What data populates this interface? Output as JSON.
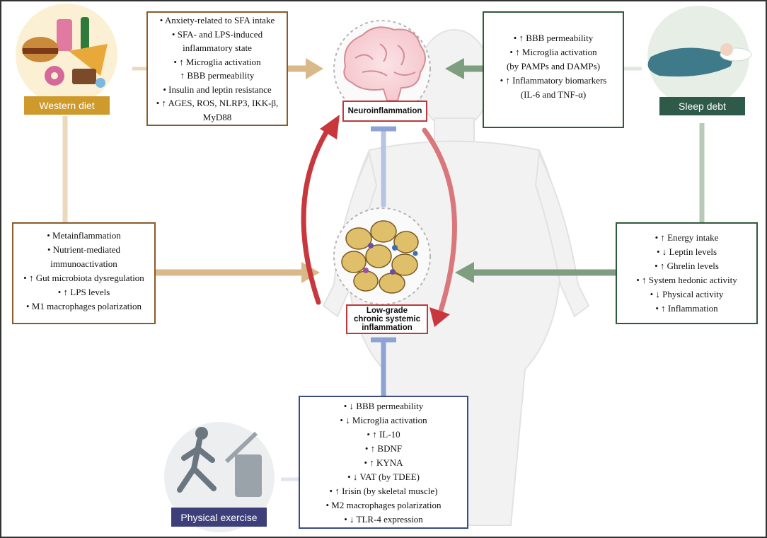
{
  "sources": {
    "western_diet": "Western diet",
    "sleep_debt": "Sleep debt",
    "physical_exercise": "Physical exercise"
  },
  "centers": {
    "neuroinflammation": "Neuroinflammation",
    "systemic": [
      "Low-grade",
      "chronic systemic",
      "inflammation"
    ]
  },
  "boxes": {
    "diet_brain": [
      "• Anxiety-related to SFA intake",
      "• SFA- and LPS-induced",
      "inflammatory state",
      "• ↑ Microglia activation",
      "↑ BBB permeability",
      "• Insulin and leptin resistance",
      "• ↑ AGES, ROS, NLRP3, IKK-β,",
      "MyD88"
    ],
    "sleep_brain": [
      "• ↑ BBB permeability",
      "• ↑ Microglia activation",
      "(by PAMPs and DAMPs)",
      "• ↑ Inflammatory biomarkers",
      "(IL-6 and TNF-α)"
    ],
    "diet_systemic": [
      "• Metainflammation",
      "• Nutrient-mediated",
      "immunoactivation",
      "• ↑ Gut microbiota dysregulation",
      "• ↑ LPS levels",
      "• M1 macrophages polarization"
    ],
    "sleep_systemic": [
      "• ↑ Energy intake",
      "• ↓ Leptin levels",
      "• ↑ Ghrelin levels",
      "• ↑ System hedonic activity",
      "• ↓ Physical activity",
      "• ↑ Inflammation"
    ],
    "exercise": [
      "• ↓ BBB permeability",
      "• ↓ Microglia activation",
      "• ↑ IL-10",
      "• ↑ BDNF",
      "• ↑ KYNA",
      "• ↓ VAT (by TDEE)",
      "• ↑ Irisin (by skeletal muscle)",
      "• M2 macrophages polarization",
      "• ↓ TLR-4 expression"
    ]
  },
  "colors": {
    "diet": "#d9b98a",
    "sleep": "#7f9e7f",
    "exercise": "#8ea3d4",
    "inflammation": "#c8373c",
    "diet_label": "#cf9a2c",
    "sleep_label": "#2f5a4a",
    "exercise_label": "#3e3f7a"
  }
}
